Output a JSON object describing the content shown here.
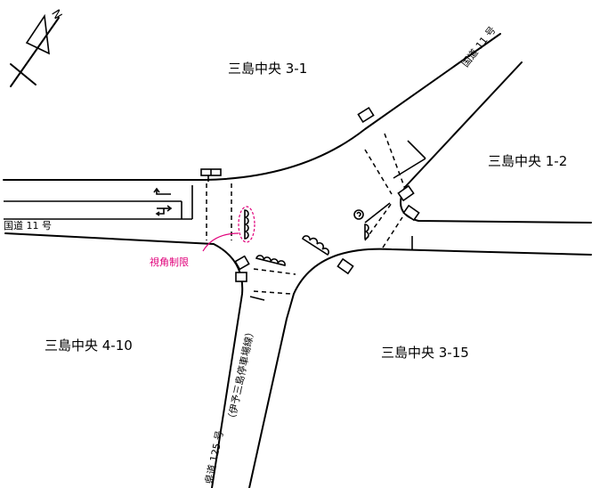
{
  "compass": {
    "label": "N"
  },
  "areas": {
    "nw": "三島中央 3-1",
    "ne": "三島中央 1-2",
    "sw": "三島中央 4-10",
    "se": "三島中央 3-15"
  },
  "roads": {
    "national_west": "国道 11 号",
    "national_ne": "国道 11 号",
    "prefectural_south": "県道 125 号",
    "prefectural_south_note": "（伊予三島停車場線）"
  },
  "annotation": {
    "visibility_restriction": "視角制限",
    "color": "#e0007a"
  },
  "lane_arrows": [
    "left-turn-arrow",
    "straight-and-left-arrow"
  ]
}
